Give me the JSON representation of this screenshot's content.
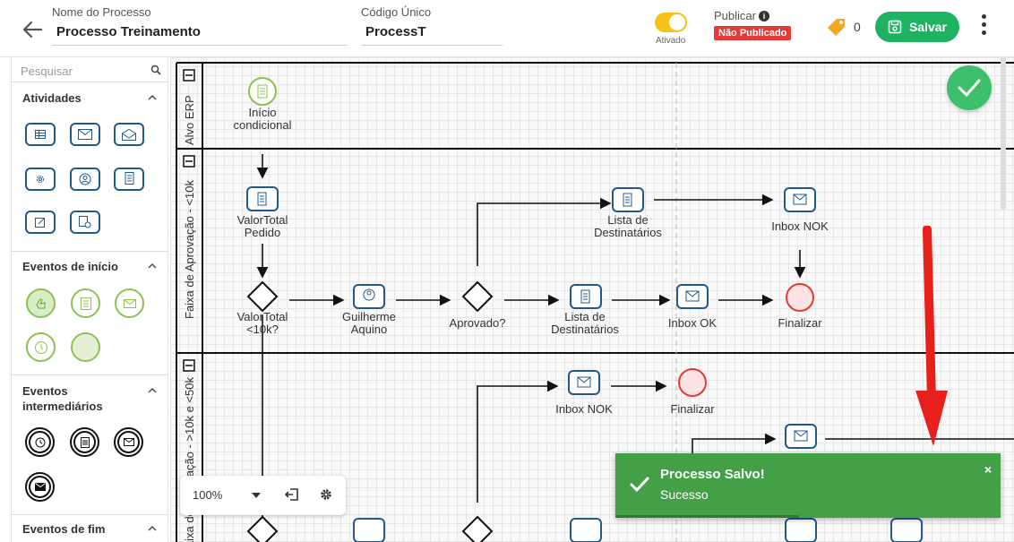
{
  "header": {
    "process_name_label": "Nome do Processo",
    "process_name_value": "Processo Treinamento",
    "code_label": "Código Único",
    "code_value": "ProcessT",
    "toggle_label": "Ativado",
    "publish_label": "Publicar",
    "publish_status": "Não Publicado",
    "tag_count": "0",
    "save_label": "Salvar",
    "accent_color": "#1db360",
    "toggle_color": "#f6c21a",
    "badge_color": "#e53935"
  },
  "sidebar": {
    "search_placeholder": "Pesquisar",
    "sections": {
      "activities": "Atividades",
      "start_events": "Eventos de início",
      "intermediate_events_line1": "Eventos",
      "intermediate_events_line2": "intermediários",
      "end_events": "Eventos de fim"
    },
    "activity_icons": [
      "table-icon",
      "mail-exchange-icon",
      "mail-open-icon",
      "gear-icon",
      "user-icon",
      "script-icon",
      "edit-icon",
      "settings-doc-icon"
    ],
    "start_event_icons": [
      "hand-icon",
      "document-icon",
      "mail-icon",
      "clock-icon",
      "blank-icon"
    ],
    "intermediate_event_icons": [
      "clock-icon",
      "document-icon",
      "mail-icon",
      "mail-filled-icon"
    ]
  },
  "diagram": {
    "lanes": [
      "Alvo ERP",
      "Faixa de Aprovação - <10k",
      "Faixa de Aprovação - >10k e <50k"
    ],
    "nodes": {
      "start_line1": "Início",
      "start_line2": "condicional",
      "valortotal_pedido_1": "ValorTotal",
      "valortotal_pedido_2": "Pedido",
      "valortotal_10k_1": "ValorTotal",
      "valortotal_10k_2": "<10k?",
      "guilherme_1": "Guilherme",
      "guilherme_2": "Aquino",
      "aprovado": "Aprovado?",
      "lista_top_1": "Lista de",
      "lista_top_2": "Destinatários",
      "lista_mid_1": "Lista de",
      "lista_mid_2": "Destinatários",
      "inbox_nok_top": "Inbox NOK",
      "inbox_ok": "Inbox OK",
      "finalizar_1": "Finalizar",
      "inbox_nok_bottom": "Inbox NOK",
      "finalizar_2": "Finalizar"
    }
  },
  "zoom": {
    "value": "100%"
  },
  "toast": {
    "title": "Processo Salvo!",
    "message": "Sucesso",
    "close": "×",
    "color": "#43a047"
  }
}
